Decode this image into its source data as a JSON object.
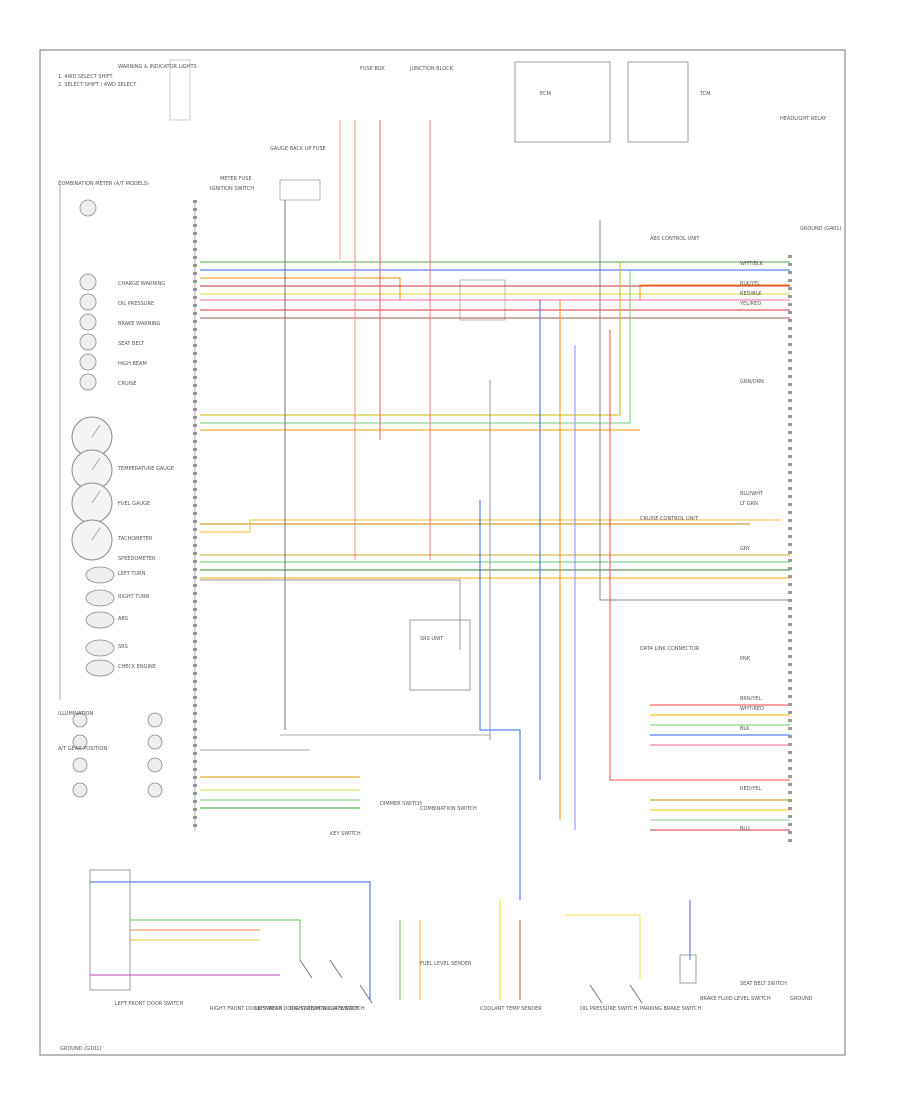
{
  "diagram": {
    "labels": [
      "1. 4WD SELECT SHIFT",
      "2. SELECT SHIFT / 4WD SELECT",
      "COMBINATION METER (A/T MODELS)",
      "WARNING & INDICATOR LIGHTS",
      "SPEEDOMETER",
      "TACHOMETER",
      "FUEL GAUGE",
      "TEMPERATURE GAUGE",
      "CHARGE WARNING",
      "OIL PRESSURE",
      "BRAKE WARNING",
      "SEAT BELT",
      "HIGH BEAM",
      "CRUISE",
      "LEFT TURN",
      "RIGHT TURN",
      "ABS",
      "SRS",
      "CHECK ENGINE",
      "ILLUMINATION",
      "A/T GEAR POSITION",
      "IGNITION SWITCH",
      "FUSE BOX",
      "JUNCTION BLOCK",
      "ECM",
      "TCM",
      "SRS UNIT",
      "ABS CONTROL UNIT",
      "FUEL LEVEL SENDER",
      "COOLANT TEMP SENDER",
      "OIL PRESSURE SWITCH",
      "PARKING BRAKE SWITCH",
      "BRAKE FLUID LEVEL SWITCH",
      "SEAT BELT SWITCH",
      "CRUISE CONTROL UNIT",
      "DATA LINK CONNECTOR",
      "GROUND",
      "LEFT FRONT DOOR SWITCH",
      "RIGHT FRONT DOOR SWITCH",
      "LEFT REAR DOOR SWITCH",
      "RIGHT REAR DOOR SWITCH",
      "TAILGATE SWITCH",
      "KEY SWITCH",
      "DIMMER SWITCH",
      "COMBINATION SWITCH",
      "HEADLIGHT RELAY",
      "GAUGE BACK UP FUSE",
      "METER FUSE",
      "GROUND (G101)",
      "GROUND (G401)",
      "WHT/BLK",
      "BLK/YEL",
      "RED/BLK",
      "YEL/RED",
      "GRN/ORN",
      "BLU/WHT",
      "LT GRN",
      "GRY",
      "PNK",
      "BRN/YEL",
      "WHT/RED",
      "BLK",
      "RED/YEL",
      "BLU"
    ]
  }
}
